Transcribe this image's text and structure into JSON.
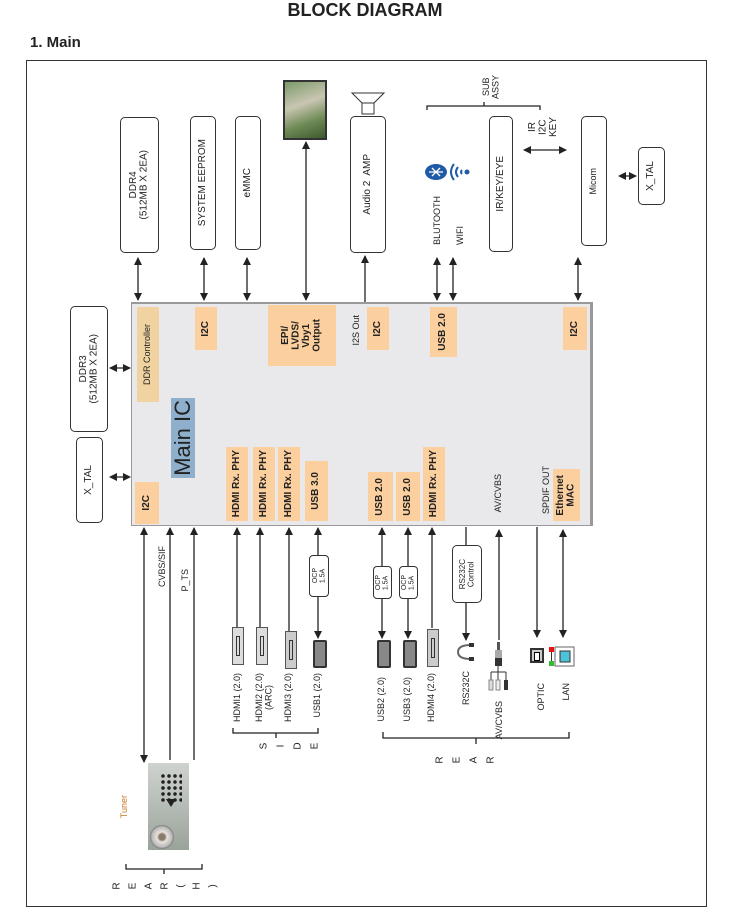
{
  "title": "BLOCK DIAGRAM",
  "section": "1. Main",
  "top": {
    "ddr4": "DDR4\n(512MB X 2EA)",
    "eeprom": "SYSTEM EEPROM",
    "emmc": "eMMC",
    "audio_amp": "Audio 2  AMP",
    "bluetooth": "BLUTOOTH",
    "wifi": "WIFI",
    "sub_assy": "SUB\nASSY",
    "ir_key_eye": "IR/KEY/EYE",
    "ir_i2c_key": "IR\nI2C\nKEY",
    "micom": "Micom",
    "xtal_right": "X_TAL"
  },
  "left": {
    "ddr3": "DDR3\n(512MB X 2EA)",
    "xtal_left": "X_TAL"
  },
  "main_ic": {
    "label": "Main IC",
    "ddr_controller": "DDR Controller",
    "i2c_1": "I2C",
    "epi": "EPI/\nLVDS/\nVby1\nOutput",
    "i2s_out": "I2S Out",
    "i2c_2": "I2C",
    "usb20_top": "USB 2.0",
    "i2c_3": "I2C",
    "i2c_bottom": "I2C",
    "hdmi_phy_1": "HDMI Rx. PHY",
    "hdmi_phy_2": "HDMI Rx. PHY",
    "hdmi_phy_3": "HDMI Rx. PHY",
    "usb30": "USB 3.0",
    "usb20_a": "USB 2.0",
    "usb20_b": "USB 2.0",
    "hdmi_phy_4": "HDMI Rx. PHY",
    "av_cvbs": "AV/CVBS",
    "spdif_out": "SPDIF OUT",
    "ethernet_mac": "Ethernet\nMAC"
  },
  "bottom": {
    "cvbs_sif": "CVBS/SIF",
    "p_ts": "P_TS",
    "ocp_usb1": "OCP\n1.5A",
    "ocp_usb2": "OCP\n1.5A",
    "ocp_usb3": "OCP\n1.5A",
    "rs232c_control": "RS232C\nControl",
    "ports": {
      "hdmi1": "HDMI1 (2.0)",
      "hdmi2": "HDMI2 (2.0)\n(ARC)",
      "hdmi3": "HDMI3 (2.0)",
      "usb1": "USB1 (2.0)",
      "usb2": "USB2 (2.0)",
      "usb3": "USB3 (2.0)",
      "hdmi4": "HDMI4 (2.0)",
      "rs232c": "RS232C",
      "av_cvbs": "AV/CVBS",
      "optic": "OPTIC",
      "lan": "LAN"
    },
    "side": "SIDE",
    "rear": "REAR",
    "tuner": "Tuner",
    "rear_h": "REAR(H)"
  },
  "colors": {
    "block_fill": "#fccf9e",
    "ddr_ctrl_fill": "#f0d3a0",
    "ic_fill": "#e9e9eb",
    "main_ic_label_bg": "#8fb0cc",
    "annotation_arrow": "#e03a2f",
    "tuner_text": "#c9741e",
    "bluetooth": "#1f5aa6"
  }
}
